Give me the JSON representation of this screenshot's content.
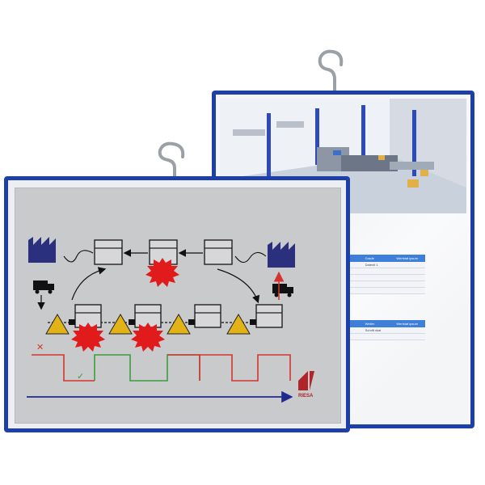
{
  "back_table_1": {
    "headers": [
      "",
      "Grade",
      "Wertstat ipsum"
    ],
    "rows": [
      [
        "",
        "Datenit 1",
        ""
      ],
      [
        "",
        "",
        ""
      ],
      [
        "",
        "",
        ""
      ],
      [
        "",
        "",
        ""
      ],
      [
        "",
        "",
        ""
      ]
    ]
  },
  "back_table_2": {
    "headers": [
      "",
      "Weiter",
      "Wertstat ipsum"
    ],
    "rows": [
      [
        "",
        "Schrift skal",
        ""
      ],
      [
        "",
        "",
        ""
      ]
    ]
  },
  "logo": {
    "brand": "RIESA"
  },
  "marks": {
    "fail": "✕",
    "ok": "✓"
  },
  "colors": {
    "frame_blue": "#1c3fa8",
    "factory_navy": "#2a2f7e",
    "burst_red": "#e11b1b",
    "triangle_yellow": "#e2b317",
    "signal_red": "#d4342f",
    "signal_green": "#3f9b3f",
    "arrow_blue": "#1d2b8c"
  }
}
